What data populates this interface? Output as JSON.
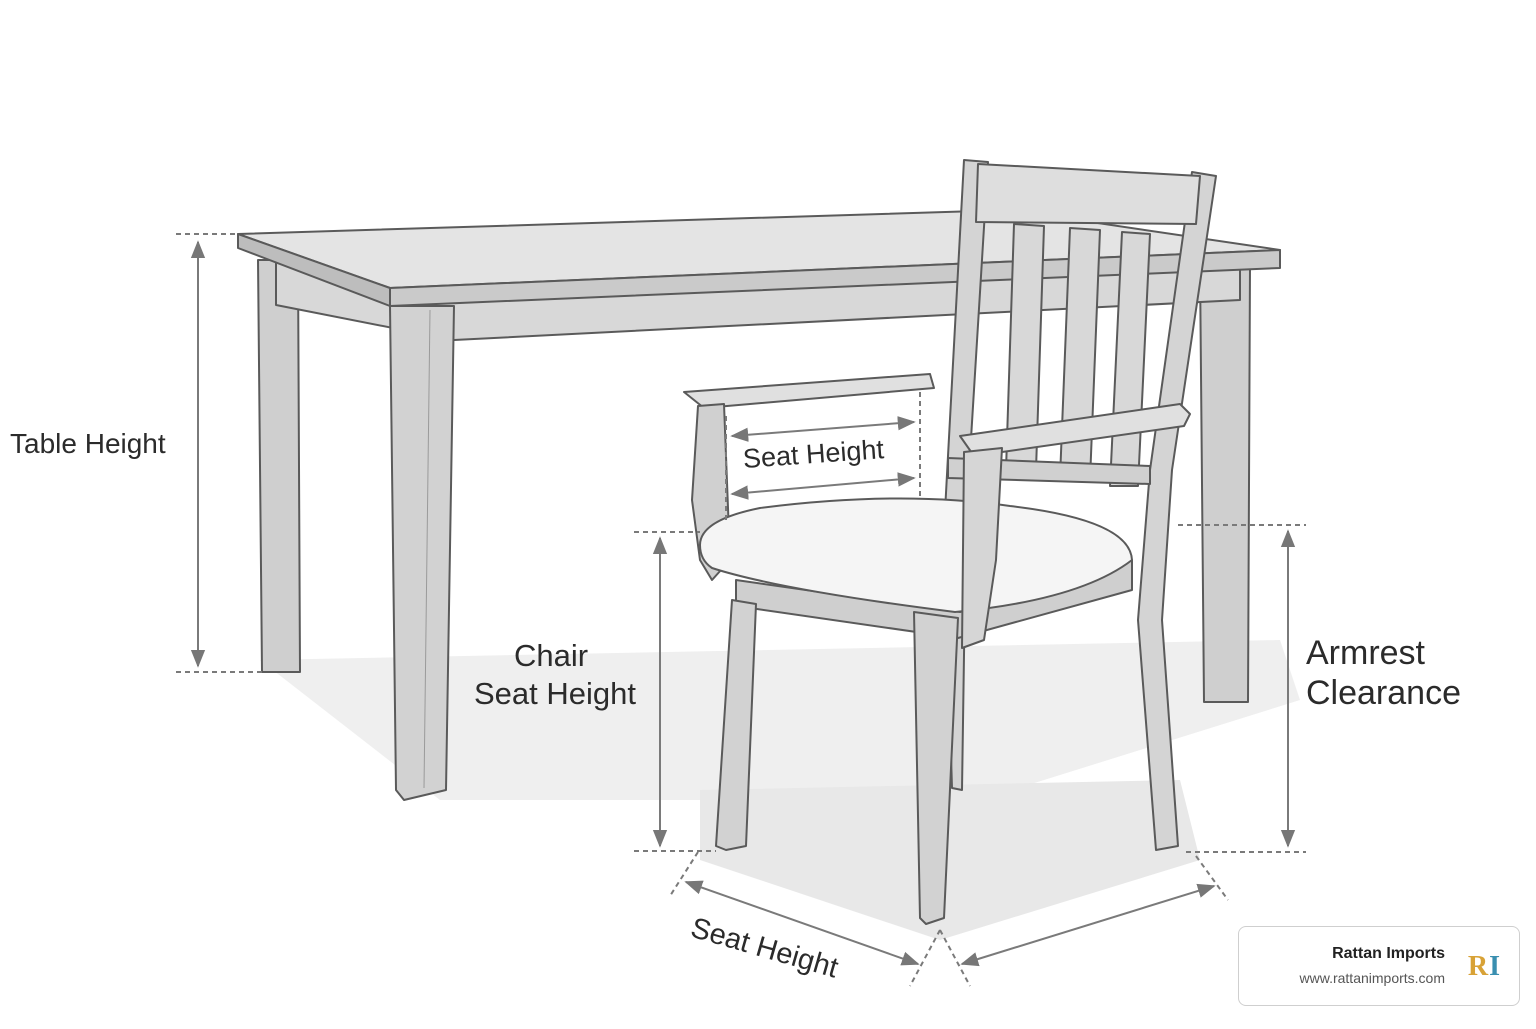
{
  "labels": {
    "table_height": "Table Height",
    "seat_height_inner": "Seat Height",
    "chair_seat_height_line1": "Chair",
    "chair_seat_height_line2": "Seat Height",
    "armrest_clearance_line1": "Armrest",
    "armrest_clearance_line2": "Clearance",
    "seat_height_bottom": "Seat Height"
  },
  "brand": {
    "name": "Rattan Imports",
    "url": "www.rattanimports.com",
    "logo_r": "R",
    "logo_i": "I"
  },
  "colors": {
    "outline": "#5a5a5a",
    "wood_light": "#e3e3e3",
    "wood_mid": "#cdcdcd",
    "wood_dark": "#b4b4b4",
    "cushion": "#f4f4f4",
    "dimension": "#777777",
    "shadow": "#ededed",
    "logo_r": "#d8a236",
    "logo_i": "#3a8fb0"
  }
}
